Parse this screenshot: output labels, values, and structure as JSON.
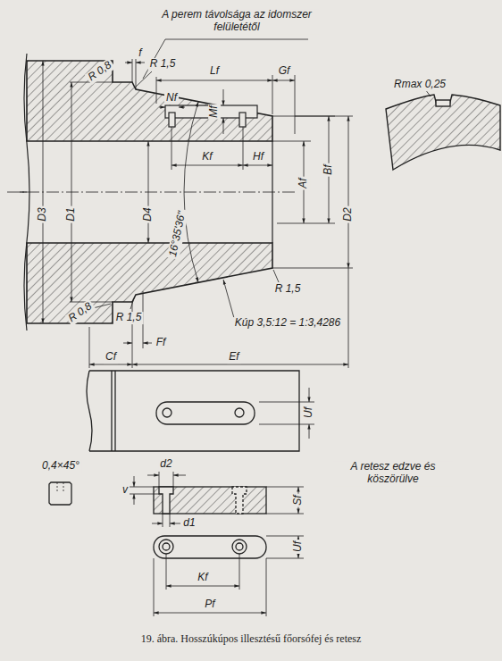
{
  "diagram": {
    "caption": "19. ábra. Hosszúkúpos illesztésű főorsófej és retesz",
    "labels": [
      "A perem távolsága az idomszer felületétől",
      "R 0,8",
      "f",
      "R 1,5",
      "Lf",
      "Gf",
      "Nf",
      "Mf",
      "Kf",
      "Hf",
      "Af",
      "Bf",
      "D3",
      "D1",
      "D4",
      "16°35'36''",
      "D2",
      "R 1,5",
      "R 0,8",
      "R 1,5",
      "Ff",
      "Kúp 3,5:12 = 1:3,4286",
      "Cf",
      "Ef",
      "Rmax 0,25",
      "Uf",
      "A retesz edzve és köszörülve",
      "0,4×45°",
      "d2",
      "v",
      "Sf",
      "d1",
      "Uf",
      "Kf",
      "Pf"
    ]
  }
}
